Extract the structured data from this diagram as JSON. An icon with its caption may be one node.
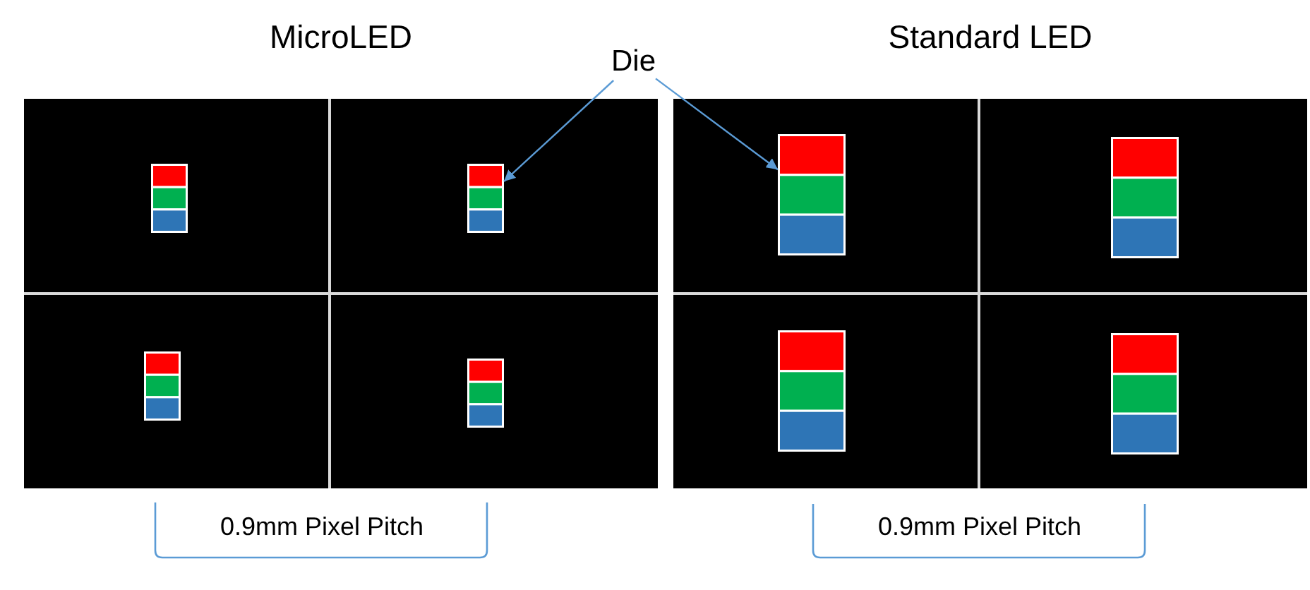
{
  "diagram": {
    "nodes": [
      {
        "text": [
          "MicroLED"
        ]
      },
      {
        "text": [],
        "shape": "box",
        "in": 0
      },
      {
        "text": [
          "Die"
        ]
      },
      {
        "text": [
          "Standard LED"
        ]
      },
      {
        "text": [],
        "shape": "box",
        "in": 3
      }
    ],
    "edges": [
      {
        "from": 2,
        "to": 1,
        "arrow": "to"
      },
      {
        "from": 2,
        "to": 4,
        "arrow": "to"
      }
    ],
    "labels": [
      "0.9mm Pixel Pitch",
      "0.9mm Pixel Pitch"
    ]
  }
}
